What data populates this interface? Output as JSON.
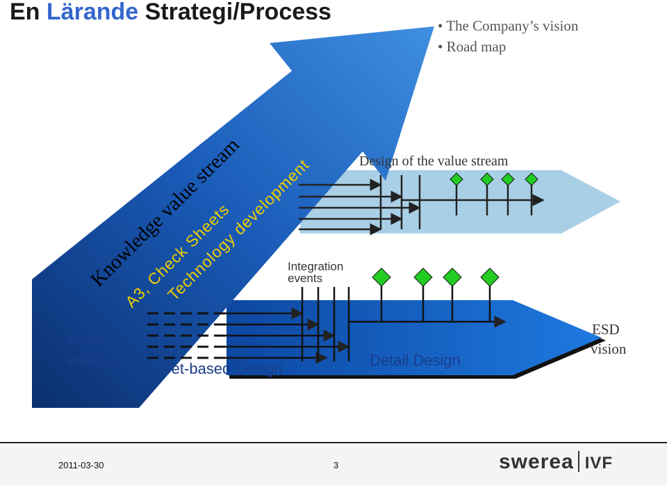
{
  "title": {
    "part1": "En ",
    "accent": "Lärande",
    "part2": " Strategi/Process"
  },
  "bullets": [
    "The Company’s vision",
    "Road map"
  ],
  "diagram": {
    "knowledge_arrow_label": "Knowledge value stream",
    "a3_label": "A3, Check Sheets",
    "tech_label": "Technology development",
    "upper_stream_label": "Design of the value stream",
    "integration_label_line1": "Integration",
    "integration_label_line2": "events",
    "market_label_line1": "Market",
    "market_label_line2": "analysis",
    "set_based_label": "Set-based Design",
    "detail_label": "Detail Design",
    "esd_label_line1": "ESD",
    "esd_label_line2": "vision"
  },
  "colors": {
    "accent": "#3366cc",
    "upper_band": "#a9cfe6",
    "lower_band": "#1565c0",
    "milestone": "#22cc22",
    "label_blue": "#1a3d8c"
  },
  "footer": {
    "date": "2011-03-30",
    "page": "3",
    "logo_main": "swerea",
    "logo_sub": "IVF"
  }
}
